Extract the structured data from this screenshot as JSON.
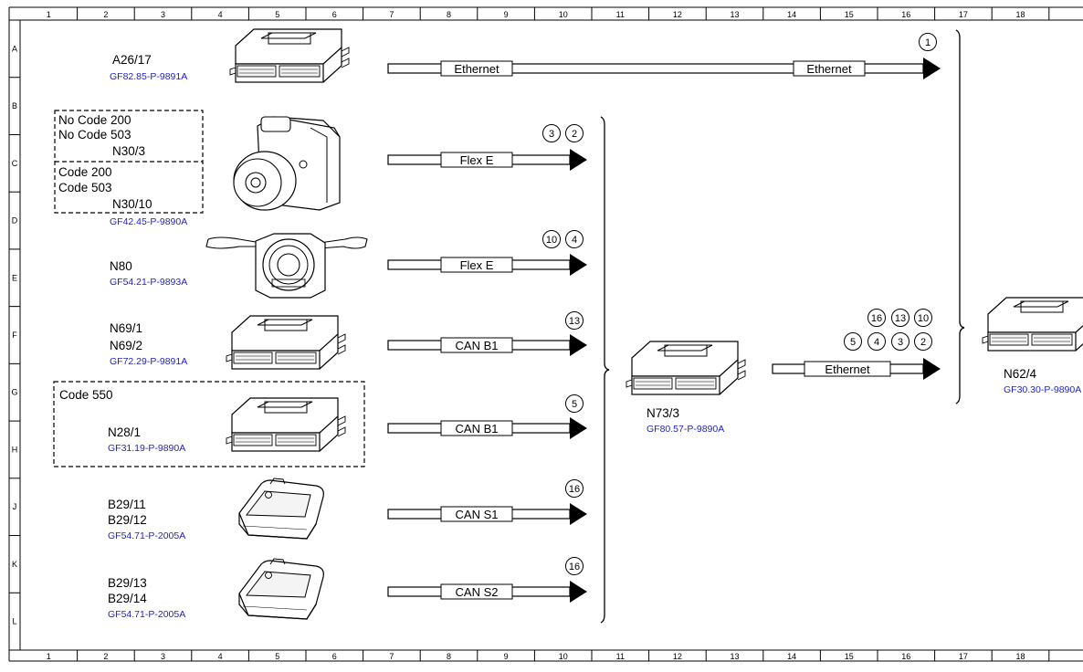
{
  "grid": {
    "columns": [
      "1",
      "2",
      "3",
      "4",
      "5",
      "6",
      "7",
      "8",
      "9",
      "10",
      "11",
      "12",
      "13",
      "14",
      "15",
      "16",
      "17",
      "18"
    ],
    "rows": [
      "A",
      "B",
      "C",
      "D",
      "E",
      "F",
      "G",
      "H",
      "J",
      "K",
      "L"
    ]
  },
  "components": {
    "a26": {
      "labels": [
        "A26/17"
      ],
      "ref": "GF82.85-P-9891A"
    },
    "n30": {
      "group_a": [
        "No Code 200",
        "No Code 503"
      ],
      "label_a": "N30/3",
      "group_b": [
        "Code 200",
        "Code 503"
      ],
      "label_b": "N30/10",
      "ref": "GF42.45-P-9890A"
    },
    "n80": {
      "labels": [
        "N80"
      ],
      "ref": "GF54.21-P-9893A"
    },
    "n69": {
      "labels": [
        "N69/1",
        "N69/2"
      ],
      "ref": "GF72.29-P-9891A"
    },
    "n28": {
      "code": "Code 550",
      "labels": [
        "N28/1"
      ],
      "ref": "GF31.19-P-9890A"
    },
    "b29a": {
      "labels": [
        "B29/11",
        "B29/12"
      ],
      "ref": "GF54.71-P-2005A"
    },
    "b29b": {
      "labels": [
        "B29/13",
        "B29/14"
      ],
      "ref": "GF54.71-P-2005A"
    },
    "n73": {
      "labels": [
        "N73/3"
      ],
      "ref": "GF80.57-P-9890A"
    },
    "n62": {
      "labels": [
        "N62/4"
      ],
      "ref": "GF30.30-P-9890A"
    }
  },
  "buses": {
    "a26_left": "Ethernet",
    "a26_right": "Ethernet",
    "n30": "Flex E",
    "n80": "Flex E",
    "n69": "CAN B1",
    "n28": "CAN B1",
    "b29a": "CAN S1",
    "b29b": "CAN S2",
    "n73": "Ethernet"
  },
  "markers": {
    "a26": [
      "1"
    ],
    "n30": [
      "3",
      "2"
    ],
    "n80": [
      "10",
      "4"
    ],
    "n69": [
      "13"
    ],
    "n28": [
      "5"
    ],
    "b29a": [
      "16"
    ],
    "b29b": [
      "16"
    ],
    "n73_top": [
      "16",
      "13",
      "10"
    ],
    "n73_bottom": [
      "5",
      "4",
      "3",
      "2"
    ]
  },
  "colors": {
    "line": "#000000",
    "reference": "#1f1fd0",
    "background": "#ffffff"
  }
}
